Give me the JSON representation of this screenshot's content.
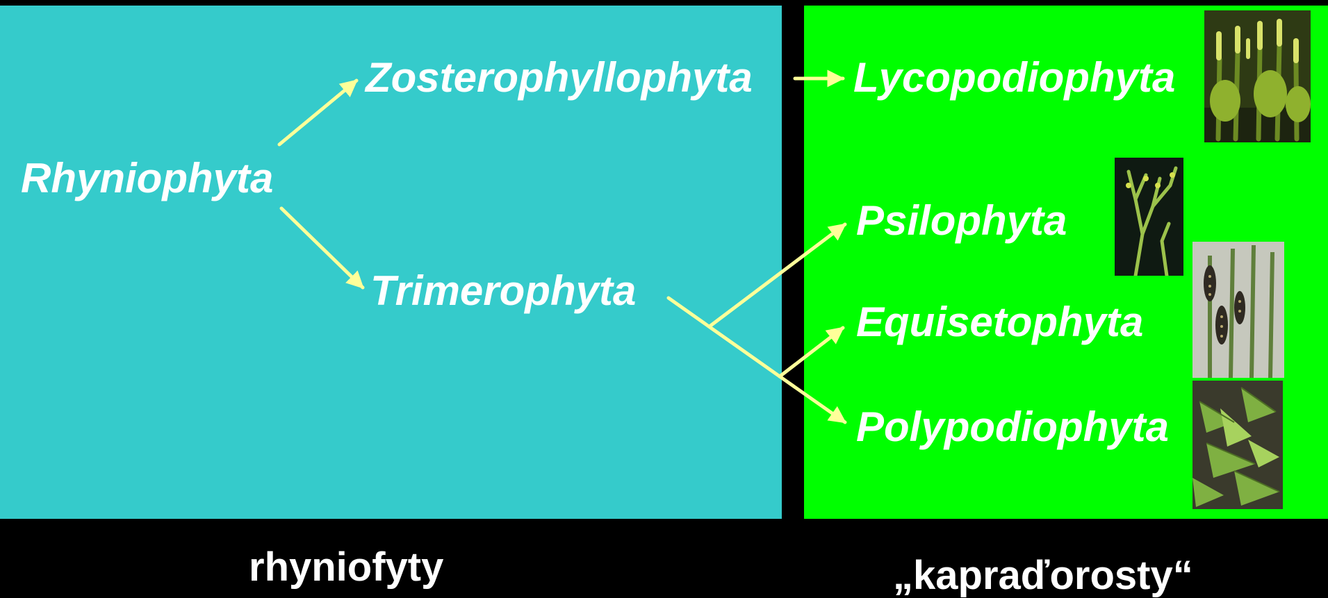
{
  "taxa": {
    "rhyniophyta": "Rhyniophyta",
    "zosterophyllophyta": "Zosterophyllophyta",
    "trimerophyta": "Trimerophyta",
    "lycopodiophyta": "Lycopodiophyta",
    "psilophyta": "Psilophyta",
    "equisetophyta": "Equisetophyta",
    "polypodiophyta": "Polypodiophyta"
  },
  "captions": {
    "left": "rhyniofyty",
    "right": "„kapraďorosty“"
  },
  "colors": {
    "background": "#000000",
    "left_panel": "#35cbcb",
    "right_panel": "#00ff00",
    "arrow": "#ffff99",
    "text": "#ffffff"
  }
}
